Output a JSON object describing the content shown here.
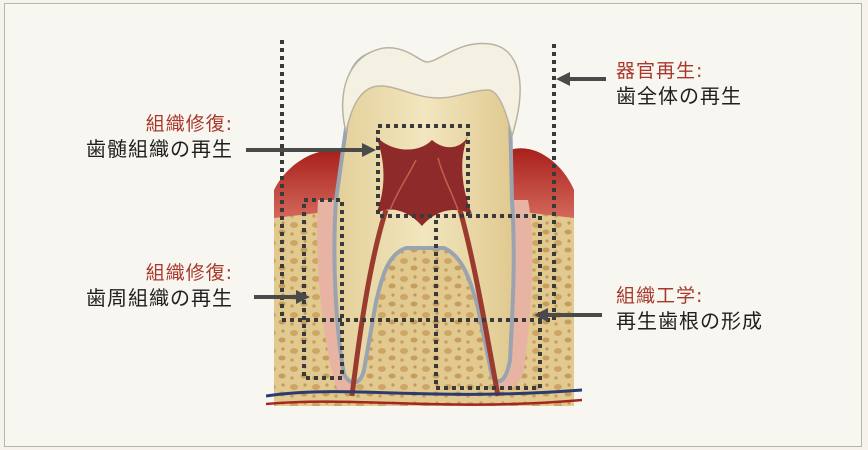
{
  "colors": {
    "title_red": "#a8382c",
    "text": "#1f1f1f",
    "arrow": "#4a4a4a",
    "dotted_box": "#3a3a3a",
    "enamel": "#f4f0e2",
    "dentin": "#eadcae",
    "pulp": "#8e2a2a",
    "gum": "#b8332b",
    "bone": "#d9c08a"
  },
  "labels": {
    "organ": {
      "title": "器官再生:",
      "desc": "歯全体の再生"
    },
    "pulp": {
      "title": "組織修復:",
      "desc": "歯髄組織の再生"
    },
    "periodontal": {
      "title": "組織修復:",
      "desc": "歯周組織の再生"
    },
    "root": {
      "title": "組織工学:",
      "desc": "再生歯根の形成"
    }
  }
}
